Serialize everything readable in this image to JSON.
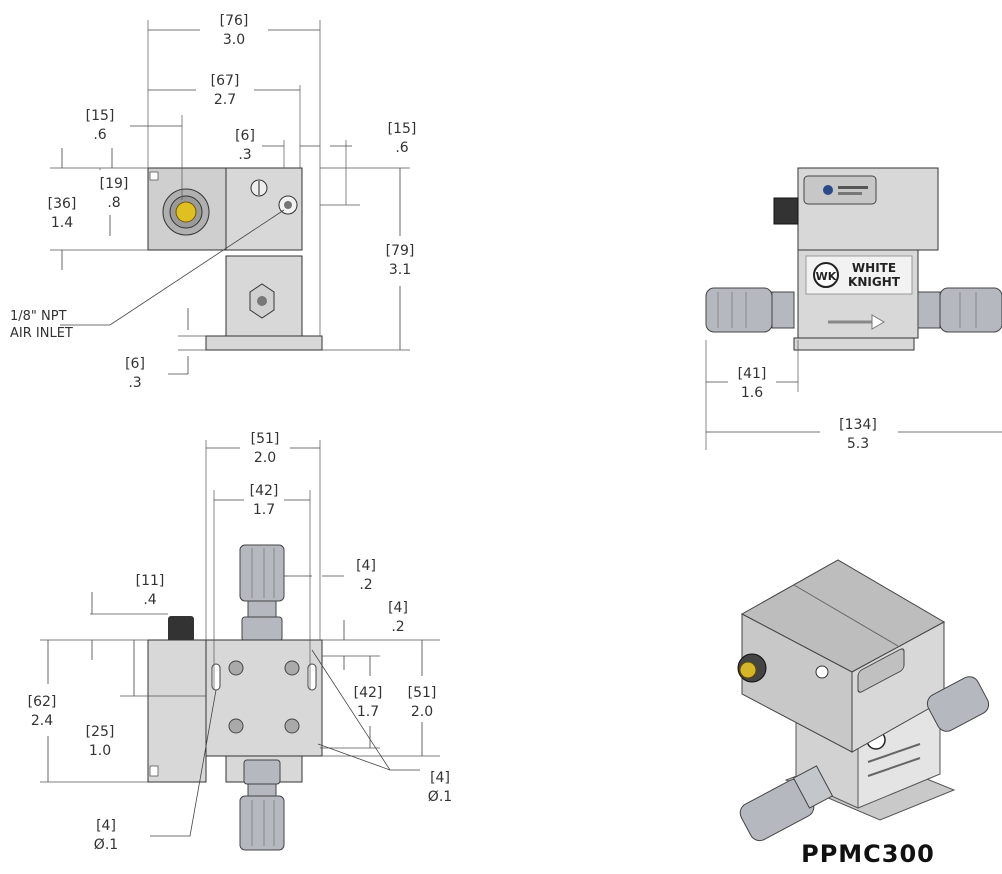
{
  "title": "PPMC300",
  "brand": {
    "line1": "WHITE",
    "line2": "KNIGHT",
    "logo": "WK"
  },
  "callouts": {
    "air_inlet_line1": "1/8\" NPT",
    "air_inlet_line2": "AIR INLET"
  },
  "dimensions": {
    "front": [
      {
        "mm": "[76]",
        "inch": "3.0"
      },
      {
        "mm": "[67]",
        "inch": "2.7"
      },
      {
        "mm": "[15]",
        "inch": ".6"
      },
      {
        "mm": "[6]",
        "inch": ".3"
      },
      {
        "mm": "[15]",
        "inch": ".6"
      },
      {
        "mm": "[19]",
        "inch": ".8"
      },
      {
        "mm": "[36]",
        "inch": "1.4"
      },
      {
        "mm": "[79]",
        "inch": "3.1"
      },
      {
        "mm": "[6]",
        "inch": ".3"
      }
    ],
    "side": [
      {
        "mm": "[41]",
        "inch": "1.6"
      },
      {
        "mm": "[134]",
        "inch": "5.3"
      }
    ],
    "top": [
      {
        "mm": "[51]",
        "inch": "2.0"
      },
      {
        "mm": "[42]",
        "inch": "1.7"
      },
      {
        "mm": "[11]",
        "inch": ".4"
      },
      {
        "mm": "[4]",
        "inch": ".2"
      },
      {
        "mm": "[4]",
        "inch": ".2"
      },
      {
        "mm": "[62]",
        "inch": "2.4"
      },
      {
        "mm": "[25]",
        "inch": "1.0"
      },
      {
        "mm": "[42]",
        "inch": "1.7"
      },
      {
        "mm": "[51]",
        "inch": "2.0"
      },
      {
        "mm": "[4]",
        "inch": "Ø.1"
      },
      {
        "mm": "[4]",
        "inch": "Ø.1"
      }
    ]
  }
}
